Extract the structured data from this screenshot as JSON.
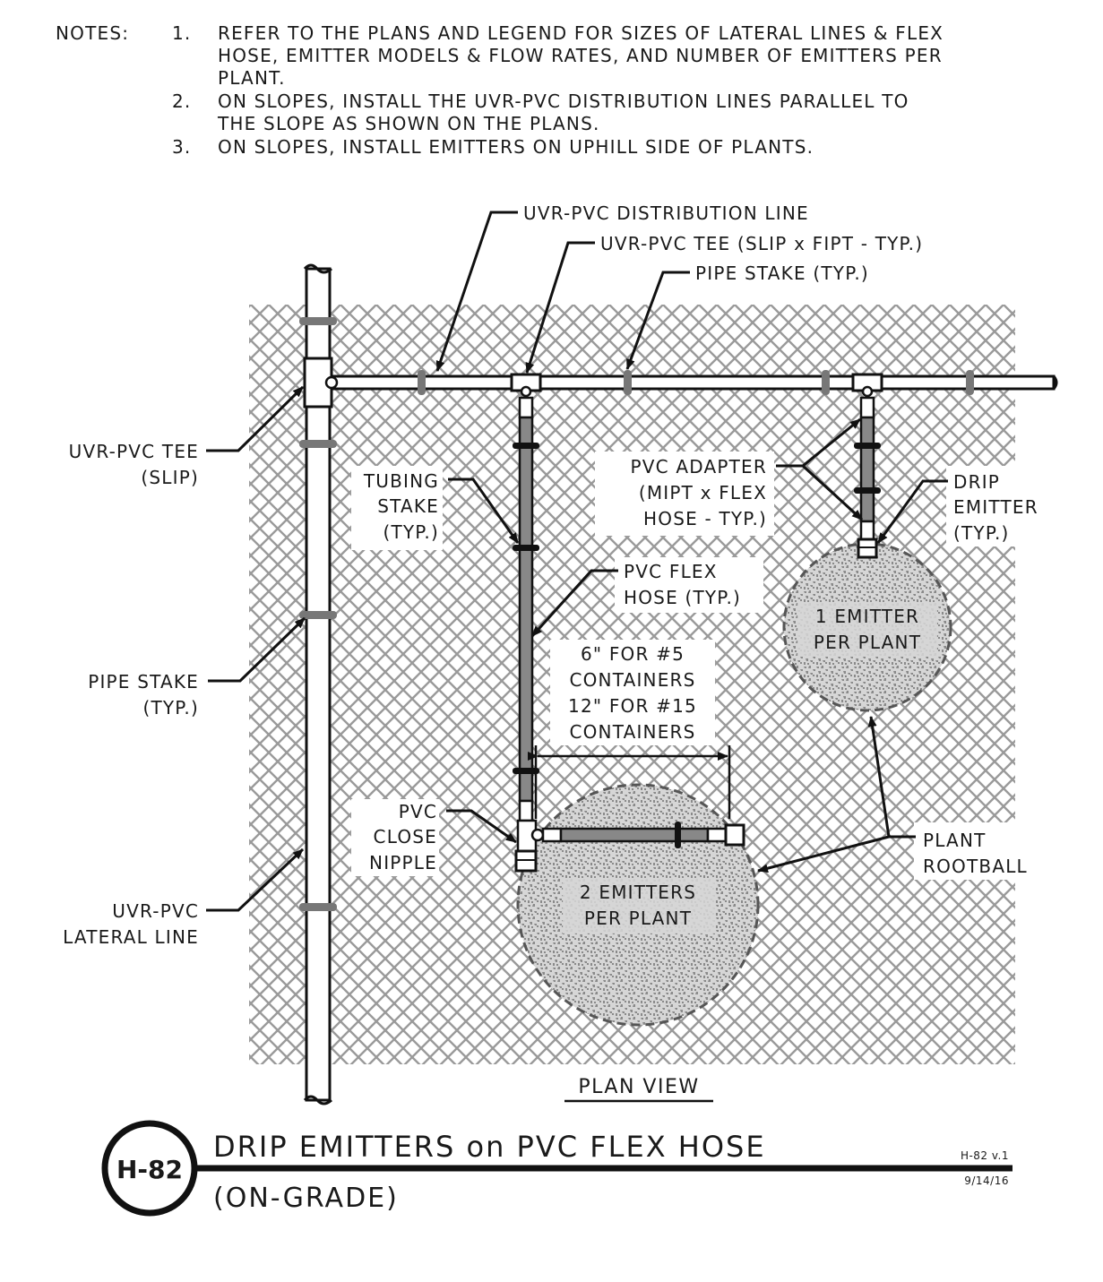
{
  "notes": {
    "heading": "NOTES:",
    "items": [
      {
        "num": "1.",
        "lines": [
          "REFER TO THE PLANS AND LEGEND FOR SIZES OF LATERAL LINES & FLEX",
          "HOSE, EMITTER MODELS & FLOW RATES, AND NUMBER OF EMITTERS PER",
          "PLANT."
        ]
      },
      {
        "num": "2.",
        "lines": [
          "ON SLOPES, INSTALL THE UVR-PVC DISTRIBUTION LINES PARALLEL TO",
          "THE SLOPE AS SHOWN ON THE PLANS."
        ]
      },
      {
        "num": "3.",
        "lines": [
          "ON SLOPES, INSTALL EMITTERS ON UPHILL SIDE OF PLANTS."
        ]
      }
    ]
  },
  "labels": {
    "distribution_line": "UVR-PVC DISTRIBUTION LINE",
    "tee_slip_fipt": "UVR-PVC TEE (SLIP x FIPT - TYP.)",
    "pipe_stake_top": "PIPE STAKE (TYP.)",
    "tee_slip": [
      "UVR-PVC TEE",
      "(SLIP)"
    ],
    "tubing_stake": [
      "TUBING",
      "STAKE",
      "(TYP.)"
    ],
    "pvc_adapter": [
      "PVC ADAPTER",
      "(MIPT x FLEX",
      "HOSE - TYP.)"
    ],
    "drip_emitter": [
      "DRIP",
      "EMITTER",
      "(TYP.)"
    ],
    "flex_hose": [
      "PVC FLEX",
      "HOSE (TYP.)"
    ],
    "one_emitter": [
      "1 EMITTER",
      "PER PLANT"
    ],
    "dimension": [
      "6\" FOR #5",
      "CONTAINERS",
      "12\" FOR #15",
      "CONTAINERS"
    ],
    "pipe_stake_left": [
      "PIPE STAKE",
      "(TYP.)"
    ],
    "close_nipple": [
      "PVC",
      "CLOSE",
      "NIPPLE"
    ],
    "plant_rootball": [
      "PLANT",
      "ROOTBALL"
    ],
    "two_emitters": [
      "2 EMITTERS",
      "PER PLANT"
    ],
    "lateral_line": [
      "UVR-PVC",
      "LATERAL LINE"
    ]
  },
  "view_title": "PLAN VIEW",
  "title_block": {
    "detail_id": "H-82",
    "title": "DRIP EMITTERS on PVC FLEX HOSE",
    "subtitle": "(ON-GRADE)",
    "version": "H-82 v.1",
    "date": "9/14/16"
  }
}
